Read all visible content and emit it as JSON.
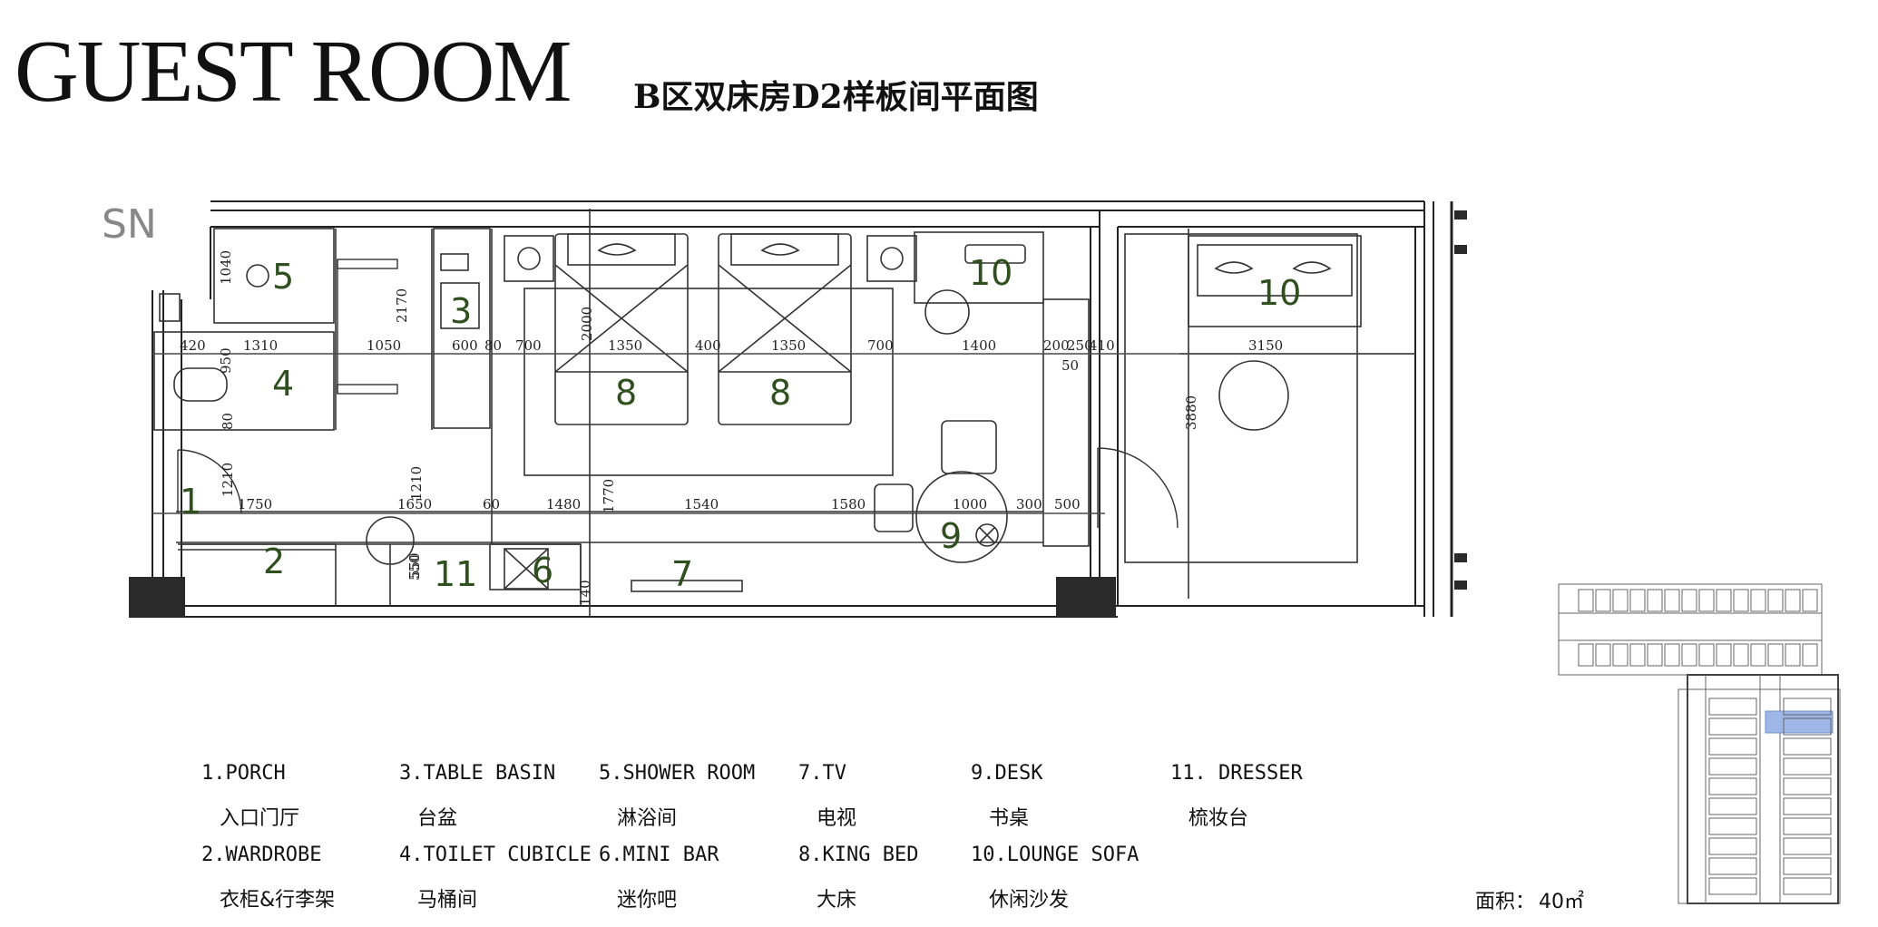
{
  "header": {
    "title": "GUEST ROOM",
    "subtitle": "B区双床房D2样板间平面图"
  },
  "plan": {
    "room_numbers": [
      "1",
      "2",
      "3",
      "4",
      "5",
      "6",
      "7",
      "8",
      "8",
      "9",
      "10",
      "10",
      "11"
    ],
    "top_dimensions": [
      "420",
      "1310",
      "1050",
      "2170",
      "600",
      "80",
      "700",
      "1350",
      "400",
      "1350",
      "700",
      "1400",
      "200",
      "250",
      "410",
      "3150"
    ],
    "mid_dimensions": [
      "1750",
      "1650",
      "60",
      "1480",
      "1540",
      "1580",
      "1000",
      "300",
      "500"
    ],
    "vertical_dimensions": [
      "1040",
      "950",
      "1210",
      "80",
      "1210",
      "550",
      "2000",
      "1770",
      "550",
      "140",
      "50",
      "3880"
    ],
    "door_label": "SN",
    "colors": {
      "line": "#222222",
      "number": "#2f4f1f",
      "column": "#2a2a2a",
      "highlight": "#9fb7e6"
    }
  },
  "legend": {
    "items": [
      {
        "en": "1.PORCH",
        "cn": "入口门厅"
      },
      {
        "en": "2.WARDROBE",
        "cn": "衣柜&行李架"
      },
      {
        "en": "3.TABLE BASIN",
        "cn": "台盆"
      },
      {
        "en": "4.TOILET CUBICLE",
        "cn": "马桶间"
      },
      {
        "en": "5.SHOWER ROOM",
        "cn": "淋浴间"
      },
      {
        "en": "6.MINI BAR",
        "cn": "迷你吧"
      },
      {
        "en": "7.TV",
        "cn": "电视"
      },
      {
        "en": "8.KING BED",
        "cn": "大床"
      },
      {
        "en": "9.DESK",
        "cn": "书桌"
      },
      {
        "en": "10.LOUNGE SOFA",
        "cn": "休闲沙发"
      },
      {
        "en": "11. DRESSER",
        "cn": "梳妆台"
      }
    ]
  },
  "area": {
    "label": "面积：",
    "value": "40㎡"
  }
}
